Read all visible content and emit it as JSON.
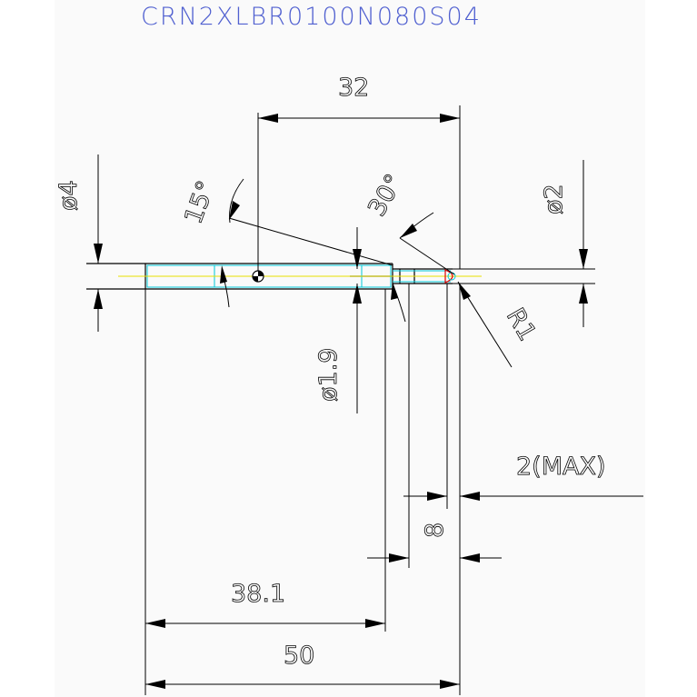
{
  "title": "CRN2XLBR0100N080S04",
  "dimensions": {
    "length_32": "32",
    "dia_4": "ø4",
    "angle_15": "15°",
    "angle_30": "30°",
    "dia_2": "ø2",
    "radius_1": "R1",
    "dia_1_9": "ø1.9",
    "max_2": "2(MAX)",
    "length_8": "8",
    "length_38_1": "38.1",
    "length_50": "50"
  },
  "colors": {
    "title": "#5060d0",
    "cyan": "#00c8d8",
    "yellow": "#e8e000",
    "red": "#e00000"
  }
}
